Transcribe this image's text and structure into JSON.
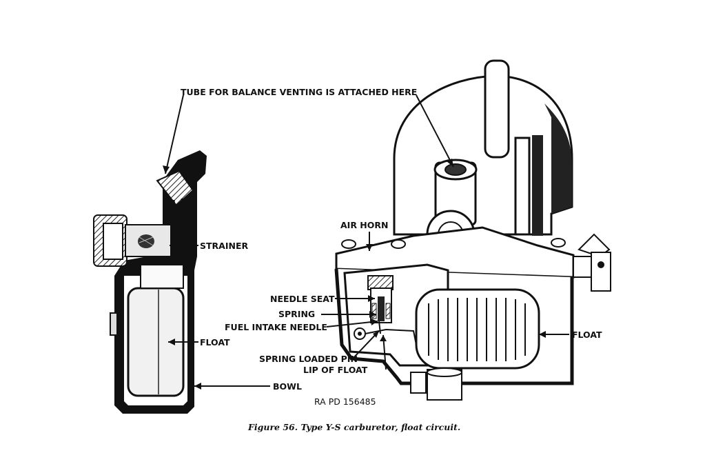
{
  "labels": {
    "tube_venting": "TUBE FOR BALANCE VENTING IS ATTACHED HERE",
    "strainer": "STRAINER",
    "float_left": "FLOAT",
    "bowl": "BOWL",
    "air_horn": "AIR HORN",
    "needle_seat": "NEEDLE SEAT",
    "spring": "SPRING",
    "fuel_intake_needle": "FUEL INTAKE NEEDLE",
    "spring_loaded_pin": "SPRING LOADED PIN",
    "lip_of_float": "LIP OF FLOAT",
    "float_right": "FLOAT"
  },
  "reference_code": "RA PD 156485",
  "caption": "Figure 56. Type Y-S carburetor, float circuit."
}
